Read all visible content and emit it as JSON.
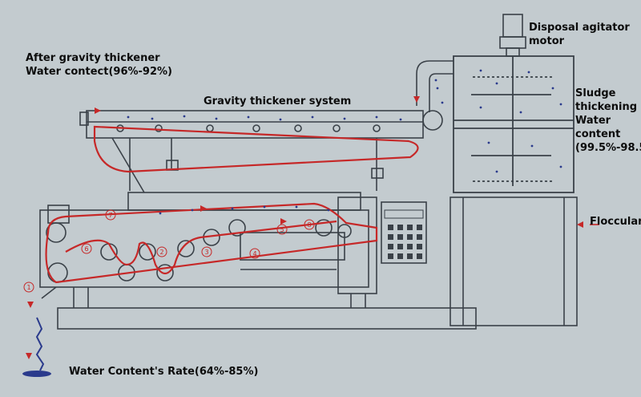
{
  "labels": {
    "after_gravity_thickener": "After gravity thickener",
    "water_contect": "Water contect(96%-92%)",
    "gravity_thickener_system": "Gravity thickener system",
    "disposal_agitator_motor_line1": "Disposal agitator",
    "disposal_agitator_motor_line2": "motor",
    "sludge_thickening_line1": "Sludge",
    "sludge_thickening_line2": "thickening",
    "sludge_thickening_line3": "Water",
    "sludge_thickening_line4": "content",
    "sludge_thickening_line5": "(99.5%-98.5",
    "flocculant": "Flocculant",
    "water_content_rate": "Water Content's Rate(64%-85%)"
  },
  "callout_numbers": [
    "1",
    "2",
    "3",
    "4",
    "5",
    "6",
    "7",
    "8"
  ],
  "colors": {
    "background": "#c3cbcf",
    "line_art": "#3a4148",
    "belt": "#c62828",
    "sludge_dots": "#2a3a8c"
  }
}
